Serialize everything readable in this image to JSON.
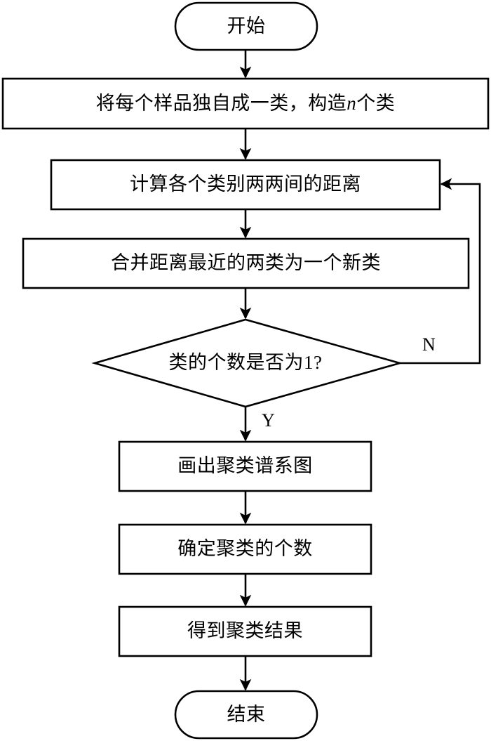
{
  "diagram": {
    "title": "Hierarchical Clustering Flowchart",
    "background_color": "#ffffff",
    "stroke_color": "#000000",
    "fill_color": "#ffffff",
    "nodes": {
      "start": {
        "label": "开始",
        "shape": "stadium"
      },
      "step1": {
        "label_prefix": "将每个样品独自成一类，构造",
        "label_var": "n",
        "label_suffix": "个类",
        "shape": "rect"
      },
      "step2": {
        "label": "计算各个类别两两间的距离",
        "shape": "rect"
      },
      "step3": {
        "label": "合并距离最近的两类为一个新类",
        "shape": "rect"
      },
      "decision": {
        "label": "类的个数是否为1?",
        "shape": "diamond"
      },
      "step4": {
        "label": "画出聚类谱系图",
        "shape": "rect"
      },
      "step5": {
        "label": "确定聚类的个数",
        "shape": "rect"
      },
      "step6": {
        "label": "得到聚类结果",
        "shape": "rect"
      },
      "end": {
        "label": "结束",
        "shape": "stadium"
      }
    },
    "edge_labels": {
      "no_branch": "N",
      "yes_branch": "Y"
    }
  }
}
